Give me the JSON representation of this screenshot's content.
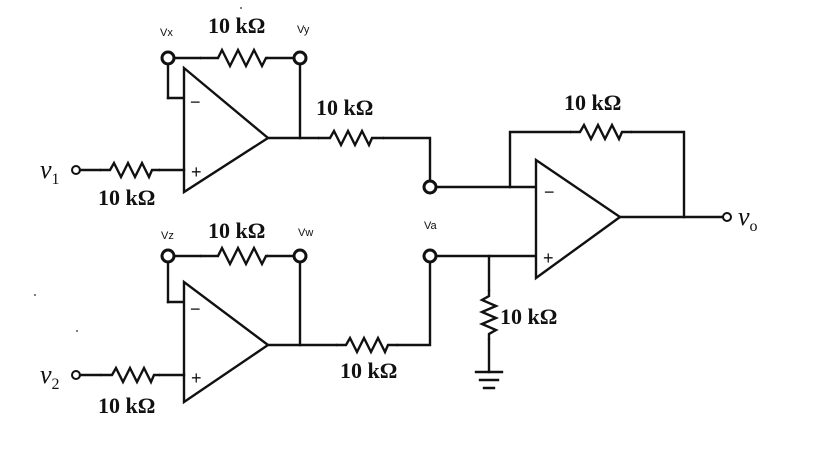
{
  "nodes": {
    "vx": "Vx",
    "vy": "Vy",
    "vz": "Vz",
    "vw": "Vw",
    "va": "Va"
  },
  "inputs": {
    "v1_letter": "v",
    "v1_sub": "1",
    "v2_letter": "v",
    "v2_sub": "2"
  },
  "output": {
    "letter": "v",
    "sub": "o"
  },
  "resistors": {
    "r_feedback_top": "10 kΩ",
    "r_input_v1": "10 kΩ",
    "r_top_to_diff": "10 kΩ",
    "r_feedback_bottom": "10 kΩ",
    "r_input_v2": "10 kΩ",
    "r_bottom_to_diff": "10 kΩ",
    "r_diff_feedback": "10 kΩ",
    "r_ground": "10 kΩ"
  },
  "opamp_signs": {
    "minus": "−",
    "plus": "+"
  }
}
